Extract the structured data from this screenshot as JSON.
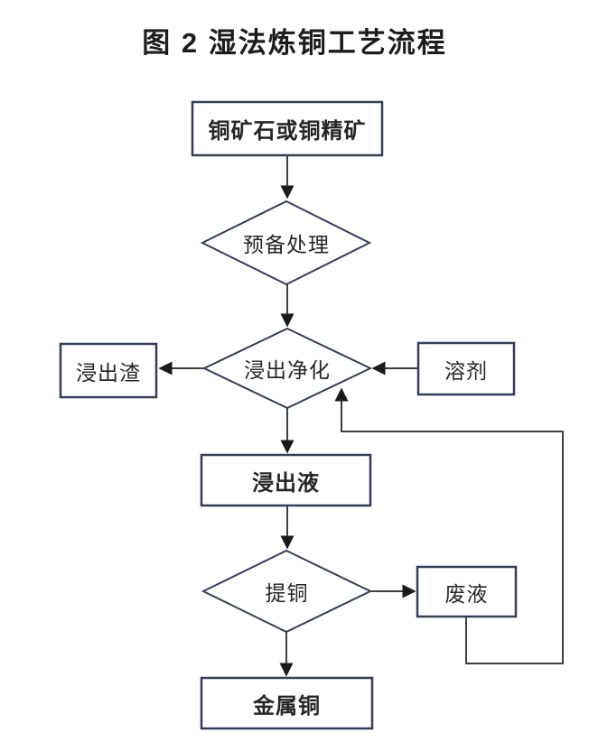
{
  "figure": {
    "title": "图 2 湿法炼铜工艺流程"
  },
  "flowchart": {
    "nodes": [
      {
        "id": "copper-ore",
        "label": "铜矿石或铜精矿",
        "shape": "rect",
        "bold": true
      },
      {
        "id": "pre-treatment",
        "label": "预备处理",
        "shape": "diamond",
        "bold": false
      },
      {
        "id": "leach-residue",
        "label": "浸出渣",
        "shape": "rect",
        "bold": false
      },
      {
        "id": "leach-purify",
        "label": "浸出净化",
        "shape": "diamond",
        "bold": false
      },
      {
        "id": "solvent",
        "label": "溶剂",
        "shape": "rect",
        "bold": false
      },
      {
        "id": "leachate",
        "label": "浸出液",
        "shape": "rect",
        "bold": true
      },
      {
        "id": "extract-copper",
        "label": "提铜",
        "shape": "diamond",
        "bold": false
      },
      {
        "id": "waste-liquid",
        "label": "废液",
        "shape": "rect",
        "bold": false
      },
      {
        "id": "metal-copper",
        "label": "金属铜",
        "shape": "rect",
        "bold": true
      }
    ],
    "edges": [
      {
        "from": "copper-ore",
        "to": "pre-treatment"
      },
      {
        "from": "pre-treatment",
        "to": "leach-purify"
      },
      {
        "from": "leach-purify",
        "to": "leach-residue"
      },
      {
        "from": "solvent",
        "to": "leach-purify"
      },
      {
        "from": "leach-purify",
        "to": "leachate"
      },
      {
        "from": "leachate",
        "to": "extract-copper"
      },
      {
        "from": "extract-copper",
        "to": "waste-liquid"
      },
      {
        "from": "extract-copper",
        "to": "metal-copper"
      },
      {
        "from": "waste-liquid",
        "to": "leach-purify",
        "type": "feedback-loop"
      }
    ],
    "colors": {
      "shape_border": "#333d5c",
      "connector": "#3f3f3f",
      "arrowhead": "#1a1a1a",
      "text": "#262626",
      "background": "#ffffff"
    }
  }
}
